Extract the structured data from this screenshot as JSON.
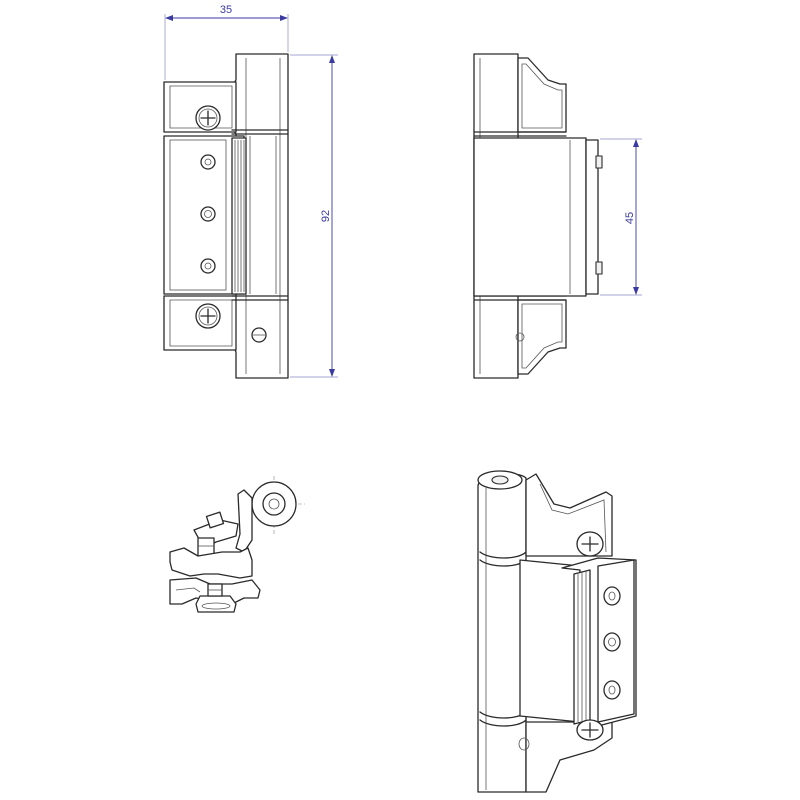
{
  "dimensions": {
    "width_label": "35",
    "height_label": "92",
    "leaf_height_label": "45"
  },
  "colors": {
    "dimension_line": "#3a3aa0",
    "outline": "#2a2a2a"
  }
}
